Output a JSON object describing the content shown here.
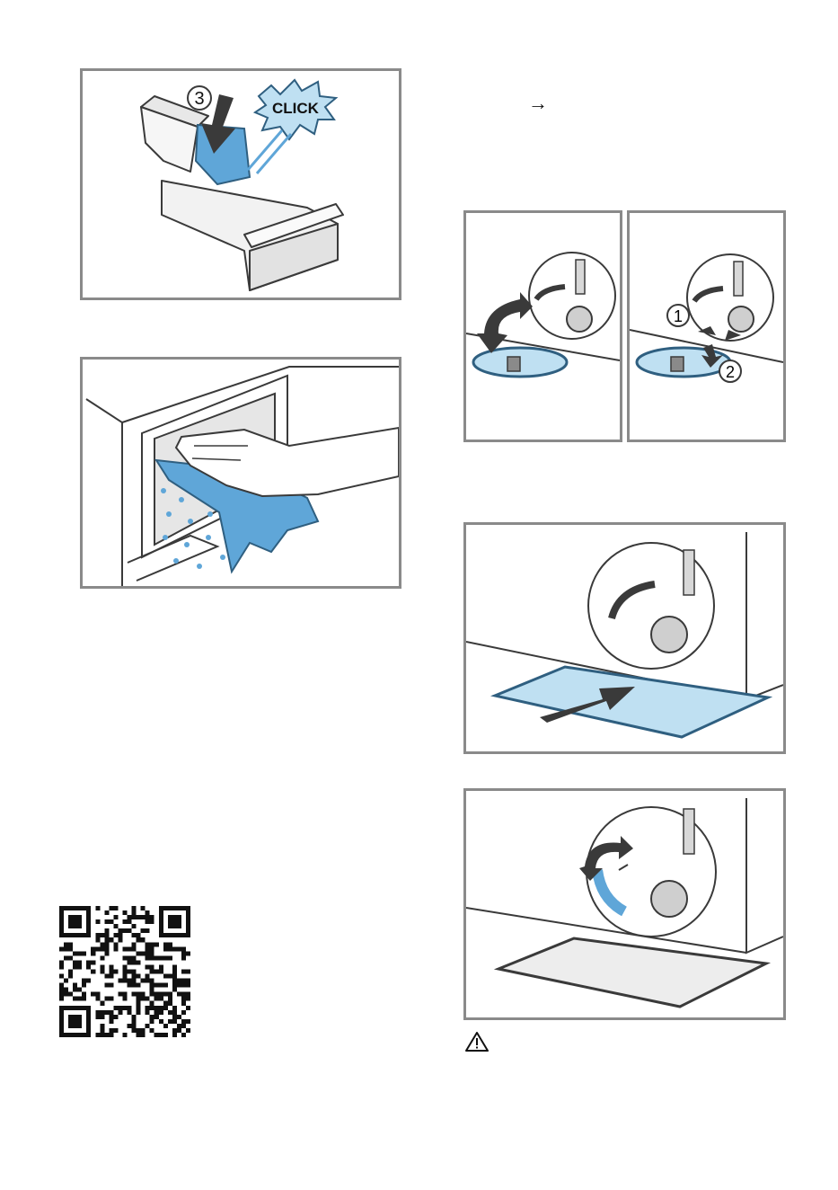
{
  "top_right": {
    "arrow_glyph": "→"
  },
  "figures": {
    "dispenser": {
      "step_number": "3",
      "click_label": "CLICK"
    },
    "filter_open": {
      "step_1": "1",
      "step_2": "2"
    }
  },
  "colors": {
    "accent_blue": "#5fa6d8",
    "light_blue": "#bfe0f2",
    "frame_gray": "#8a8a8a",
    "stroke": "#3a3a3a"
  },
  "icons": [
    "qr-code-icon",
    "warning-triangle-icon"
  ]
}
